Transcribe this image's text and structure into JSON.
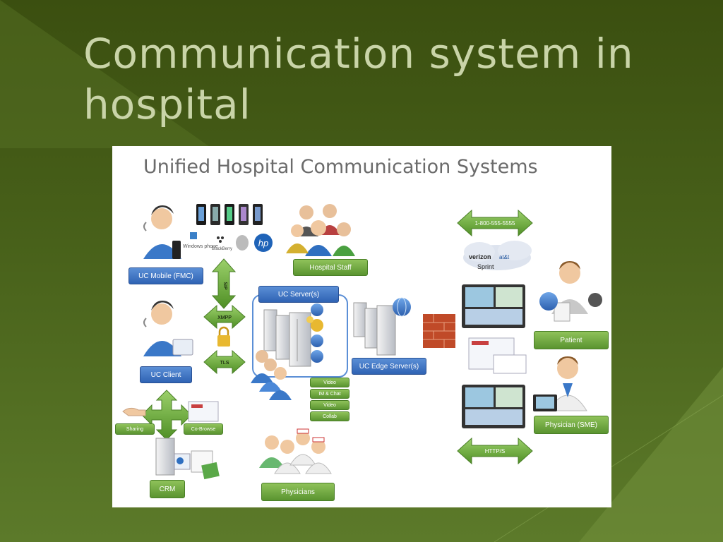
{
  "slide": {
    "title": "Communication system in hospital"
  },
  "diagram": {
    "title": "Unified Hospital Communication Systems",
    "nodes": {
      "uc_mobile": "UC Mobile (FMC)",
      "uc_client": "UC Client",
      "hospital_staff": "Hospital Staff",
      "uc_servers": "UC Server(s)",
      "uc_edge_servers": "UC Edge Server(s)",
      "patient": "Patient",
      "physician_sme": "Physician (SME)",
      "physicians": "Physicians",
      "crm": "CRM",
      "sharing": "Sharing",
      "co_browse": "Co-Browse"
    },
    "protocols": {
      "sip_top": "SIP",
      "xmpp": "XMPP",
      "tls": "TLS",
      "http": "HTTP/S",
      "phone": "1-800-555-5555"
    },
    "services": [
      "Video",
      "IM & Chat",
      "Video",
      "Collab"
    ],
    "mobile_platforms": {
      "windows": "Windows phone",
      "blackberry": "BlackBerry",
      "hp": "hp"
    },
    "carriers": {
      "verizon": "verizon",
      "att": "at&t",
      "sprint": "Sprint"
    }
  },
  "colors": {
    "label_blue": "#3a6fc0",
    "label_green": "#6aa63a",
    "background": "#46601a",
    "title_text": "#c9d4a8"
  }
}
